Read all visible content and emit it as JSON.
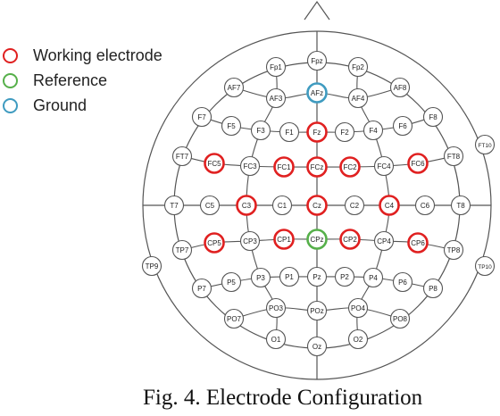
{
  "colors": {
    "working": "#e02020",
    "reference": "#56b04a",
    "ground": "#3f9bc0",
    "line": "#555555",
    "text": "#222222"
  },
  "legend": [
    {
      "role": "working",
      "label": "Working electrode"
    },
    {
      "role": "reference",
      "label": "Reference"
    },
    {
      "role": "ground",
      "label": "Ground"
    }
  ],
  "electrodes": [
    {
      "label": "Fp1",
      "role": "none"
    },
    {
      "label": "Fpz",
      "role": "none"
    },
    {
      "label": "Fp2",
      "role": "none"
    },
    {
      "label": "AF7",
      "role": "none"
    },
    {
      "label": "AF3",
      "role": "none"
    },
    {
      "label": "AFz",
      "role": "ground"
    },
    {
      "label": "AF4",
      "role": "none"
    },
    {
      "label": "AF8",
      "role": "none"
    },
    {
      "label": "F7",
      "role": "none"
    },
    {
      "label": "F5",
      "role": "none"
    },
    {
      "label": "F3",
      "role": "none"
    },
    {
      "label": "F1",
      "role": "none"
    },
    {
      "label": "Fz",
      "role": "working"
    },
    {
      "label": "F2",
      "role": "none"
    },
    {
      "label": "F4",
      "role": "none"
    },
    {
      "label": "F6",
      "role": "none"
    },
    {
      "label": "F8",
      "role": "none"
    },
    {
      "label": "FT7",
      "role": "none"
    },
    {
      "label": "FC5",
      "role": "working"
    },
    {
      "label": "FC3",
      "role": "none"
    },
    {
      "label": "FC1",
      "role": "working"
    },
    {
      "label": "FCz",
      "role": "working"
    },
    {
      "label": "FC2",
      "role": "working"
    },
    {
      "label": "FC4",
      "role": "none"
    },
    {
      "label": "FC6",
      "role": "working"
    },
    {
      "label": "FT8",
      "role": "none"
    },
    {
      "label": "FT10",
      "role": "none"
    },
    {
      "label": "T7",
      "role": "none"
    },
    {
      "label": "C5",
      "role": "none"
    },
    {
      "label": "C3",
      "role": "working"
    },
    {
      "label": "C1",
      "role": "none"
    },
    {
      "label": "Cz",
      "role": "working"
    },
    {
      "label": "C2",
      "role": "none"
    },
    {
      "label": "C4",
      "role": "working"
    },
    {
      "label": "C6",
      "role": "none"
    },
    {
      "label": "T8",
      "role": "none"
    },
    {
      "label": "TP7",
      "role": "none"
    },
    {
      "label": "CP5",
      "role": "working"
    },
    {
      "label": "CP3",
      "role": "none"
    },
    {
      "label": "CP1",
      "role": "working"
    },
    {
      "label": "CPz",
      "role": "reference"
    },
    {
      "label": "CP2",
      "role": "working"
    },
    {
      "label": "CP4",
      "role": "none"
    },
    {
      "label": "CP6",
      "role": "working"
    },
    {
      "label": "TP8",
      "role": "none"
    },
    {
      "label": "TP9",
      "role": "none"
    },
    {
      "label": "TP10",
      "role": "none"
    },
    {
      "label": "P7",
      "role": "none"
    },
    {
      "label": "P5",
      "role": "none"
    },
    {
      "label": "P3",
      "role": "none"
    },
    {
      "label": "P1",
      "role": "none"
    },
    {
      "label": "Pz",
      "role": "none"
    },
    {
      "label": "P2",
      "role": "none"
    },
    {
      "label": "P4",
      "role": "none"
    },
    {
      "label": "P6",
      "role": "none"
    },
    {
      "label": "P8",
      "role": "none"
    },
    {
      "label": "PO7",
      "role": "none"
    },
    {
      "label": "PO3",
      "role": "none"
    },
    {
      "label": "POz",
      "role": "none"
    },
    {
      "label": "PO4",
      "role": "none"
    },
    {
      "label": "PO8",
      "role": "none"
    },
    {
      "label": "O1",
      "role": "none"
    },
    {
      "label": "Oz",
      "role": "none"
    },
    {
      "label": "O2",
      "role": "none"
    }
  ],
  "caption": "Fig. 4. Electrode Configuration"
}
